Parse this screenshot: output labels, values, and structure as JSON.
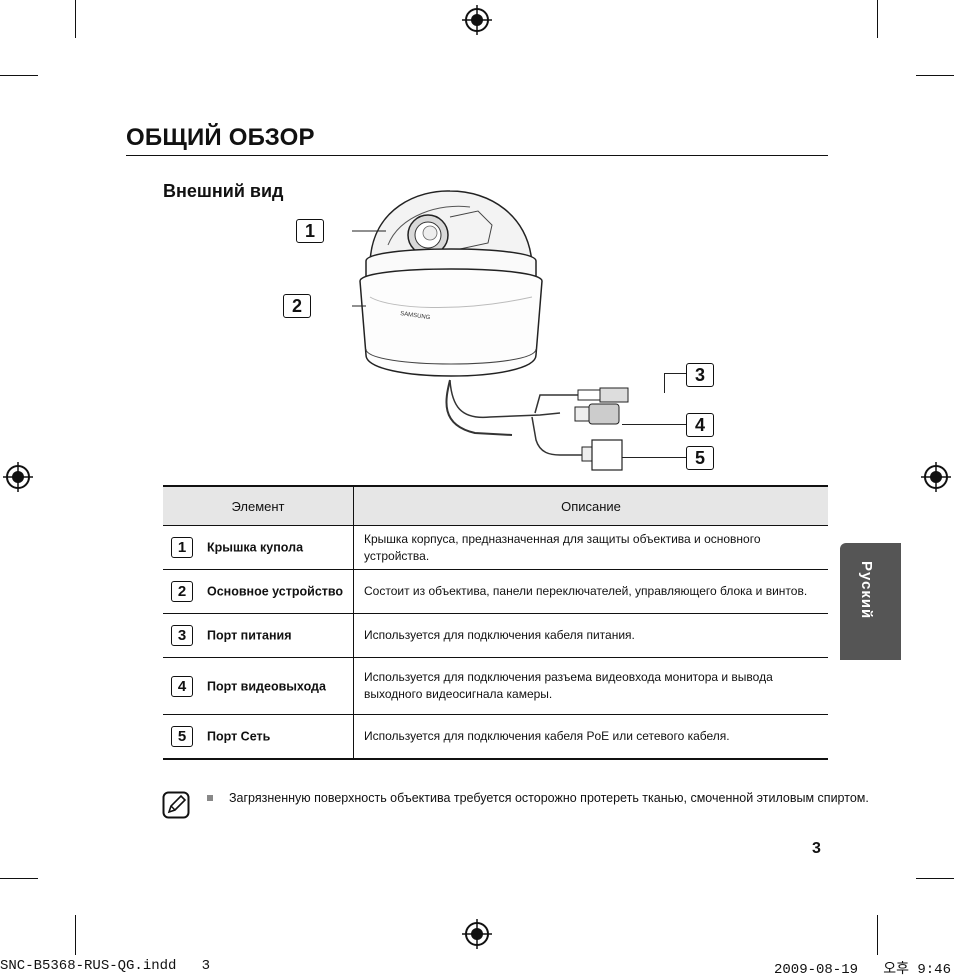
{
  "header": {
    "title": "ОБЩИЙ ОБЗОР",
    "subtitle": "Внешний вид"
  },
  "figure": {
    "callouts": [
      "1",
      "2",
      "3",
      "4",
      "5"
    ],
    "brand_text": "SAMSUNG"
  },
  "table": {
    "headers": [
      "Элемент",
      "Описание"
    ],
    "rows": [
      {
        "num": "1",
        "name": "Крышка купола",
        "desc": "Крышка корпуса, предназначенная для защиты объектива и основного устройства."
      },
      {
        "num": "2",
        "name": "Основное устройство",
        "desc": "Состоит из объектива, панели переключателей, управляющего блока и винтов."
      },
      {
        "num": "3",
        "name": "Порт питания",
        "desc": "Используется для подключения кабеля питания."
      },
      {
        "num": "4",
        "name": "Порт видеовыхода",
        "desc": "Используется для подключения разъема видеовхода монитора и вывода выходного видеосигнала камеры."
      },
      {
        "num": "5",
        "name": "Порт Сеть",
        "desc": "Используется для подключения кабеля PoE или сетевого кабеля."
      }
    ]
  },
  "side_tab": {
    "label": "Руский"
  },
  "note": {
    "text": "Загрязненную поверхность объектива требуется осторожно протереть тканью, смоченной этиловым спиртом."
  },
  "page_number": "3",
  "footer": {
    "left": "SNC-B5368-RUS-QG.indd   3",
    "right": "2009-08-19   오후 9:46:"
  },
  "icons": [
    "registration-mark-icon",
    "note-pencil-icon"
  ]
}
